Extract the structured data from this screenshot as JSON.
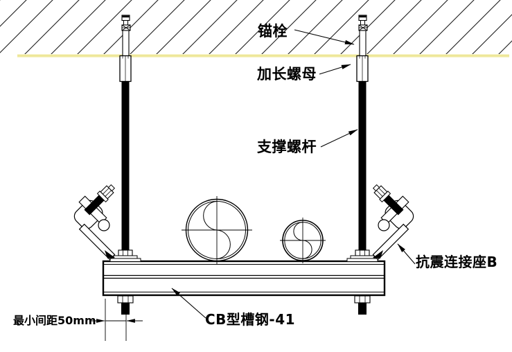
{
  "diagram": {
    "type": "technical-drawing",
    "labels": {
      "anchor_bolt": "锚栓",
      "extension_nut": "加长螺母",
      "support_rod": "支撑螺杆",
      "seismic_connector_b": "抗震连接座B",
      "channel_steel": "CB型槽钢-41",
      "min_spacing": "最小间距50mm"
    },
    "colors": {
      "line": "#000000",
      "ceiling_level_line": "#ece58f",
      "background": "#ffffff"
    }
  }
}
